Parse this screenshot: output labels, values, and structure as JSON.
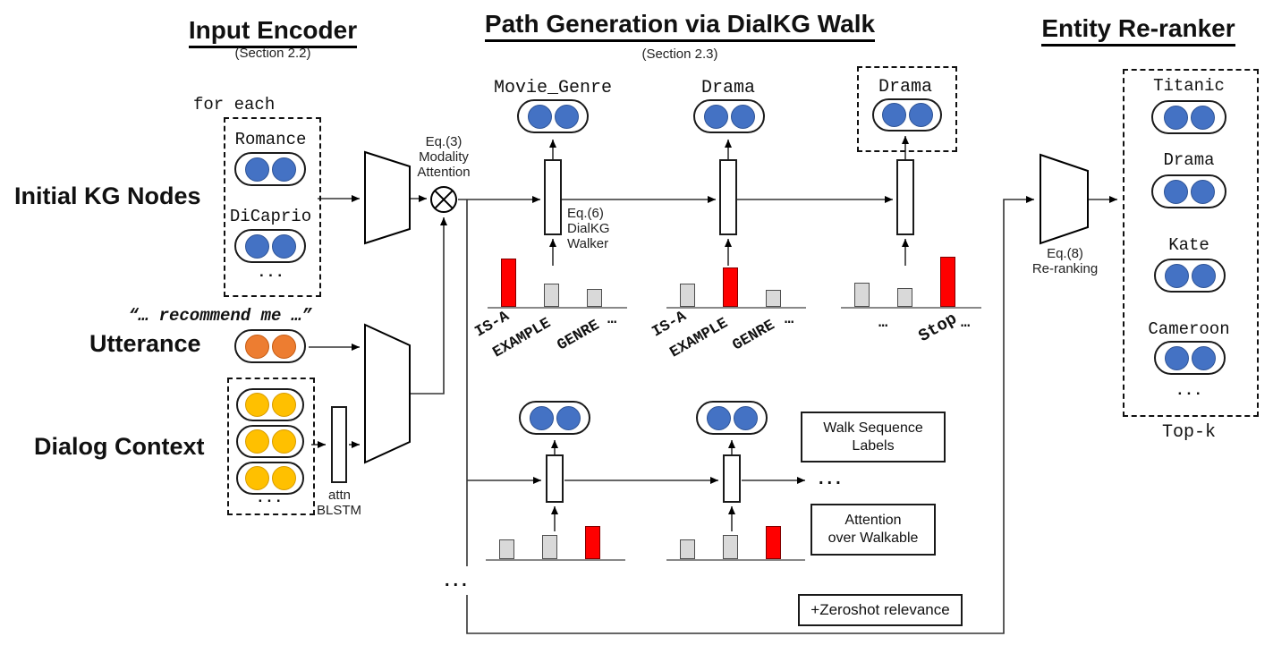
{
  "header": {
    "input_encoder": {
      "title": "Input Encoder",
      "subtitle": "(Section 2.2)"
    },
    "path_generation": {
      "title": "Path Generation via DialKG Walk",
      "subtitle": "(Section 2.3)"
    },
    "entity_reranker": {
      "title": "Entity Re-ranker"
    }
  },
  "encoder": {
    "for_each": "for each",
    "initial_kg_label": "Initial KG Nodes",
    "node1": "Romance",
    "node2": "DiCaprio",
    "nodes_ellipsis": "...",
    "utterance_quote": "“… recommend me …”",
    "utterance_label": "Utterance",
    "dialog_context_label": "Dialog Context",
    "dialog_ellipsis": "...",
    "attn": "attn",
    "blstm": "BLSTM",
    "modality_attention": {
      "l1": "Eq.(3)",
      "l2": "Modality",
      "l3": "Attention"
    }
  },
  "walker": {
    "dialkg_walker": {
      "l1": "Eq.(6)",
      "l2": "DialKG",
      "l3": "Walker"
    },
    "step1_node": "Movie_Genre",
    "step2_node": "Drama",
    "step3_node": "Drama",
    "bar_groups": [
      {
        "labels": [
          "IS-A",
          "EXAMPLE",
          "GENRE",
          "…"
        ],
        "heights": [
          54,
          26,
          20
        ],
        "highlight": 0
      },
      {
        "labels": [
          "IS-A",
          "EXAMPLE",
          "GENRE",
          "…"
        ],
        "heights": [
          26,
          44,
          19
        ],
        "highlight": 1
      },
      {
        "labels": [
          "…",
          "Stop",
          "…"
        ],
        "heights": [
          27,
          21,
          56
        ],
        "highlight": 2
      },
      {
        "labels": [],
        "heights": [
          22,
          27,
          37
        ],
        "highlight": 2
      },
      {
        "labels": [],
        "heights": [
          22,
          27,
          37
        ],
        "highlight": 2
      }
    ],
    "row2_ellipsis": "...",
    "left_ellipsis": "...",
    "walk_sequence_box": {
      "l1": "Walk Sequence",
      "l2": "Labels"
    },
    "attention_box": {
      "l1": "Attention",
      "l2": "over Walkable"
    },
    "zeroshot_box": "+Zeroshot relevance"
  },
  "reranker": {
    "eq": {
      "l1": "Eq.(8)",
      "l2": "Re-ranking"
    },
    "entity1": "Titanic",
    "entity2": "Drama",
    "entity3": "Kate",
    "entity4": "Cameroon",
    "ellipsis": "...",
    "topk": "Top-k"
  },
  "colors": {
    "node_blue": "#4472C4",
    "node_orange": "#ED7D31",
    "node_yellow": "#FFC000",
    "bar_red": "#FF0000",
    "bar_gray": "#D9D9D9"
  }
}
